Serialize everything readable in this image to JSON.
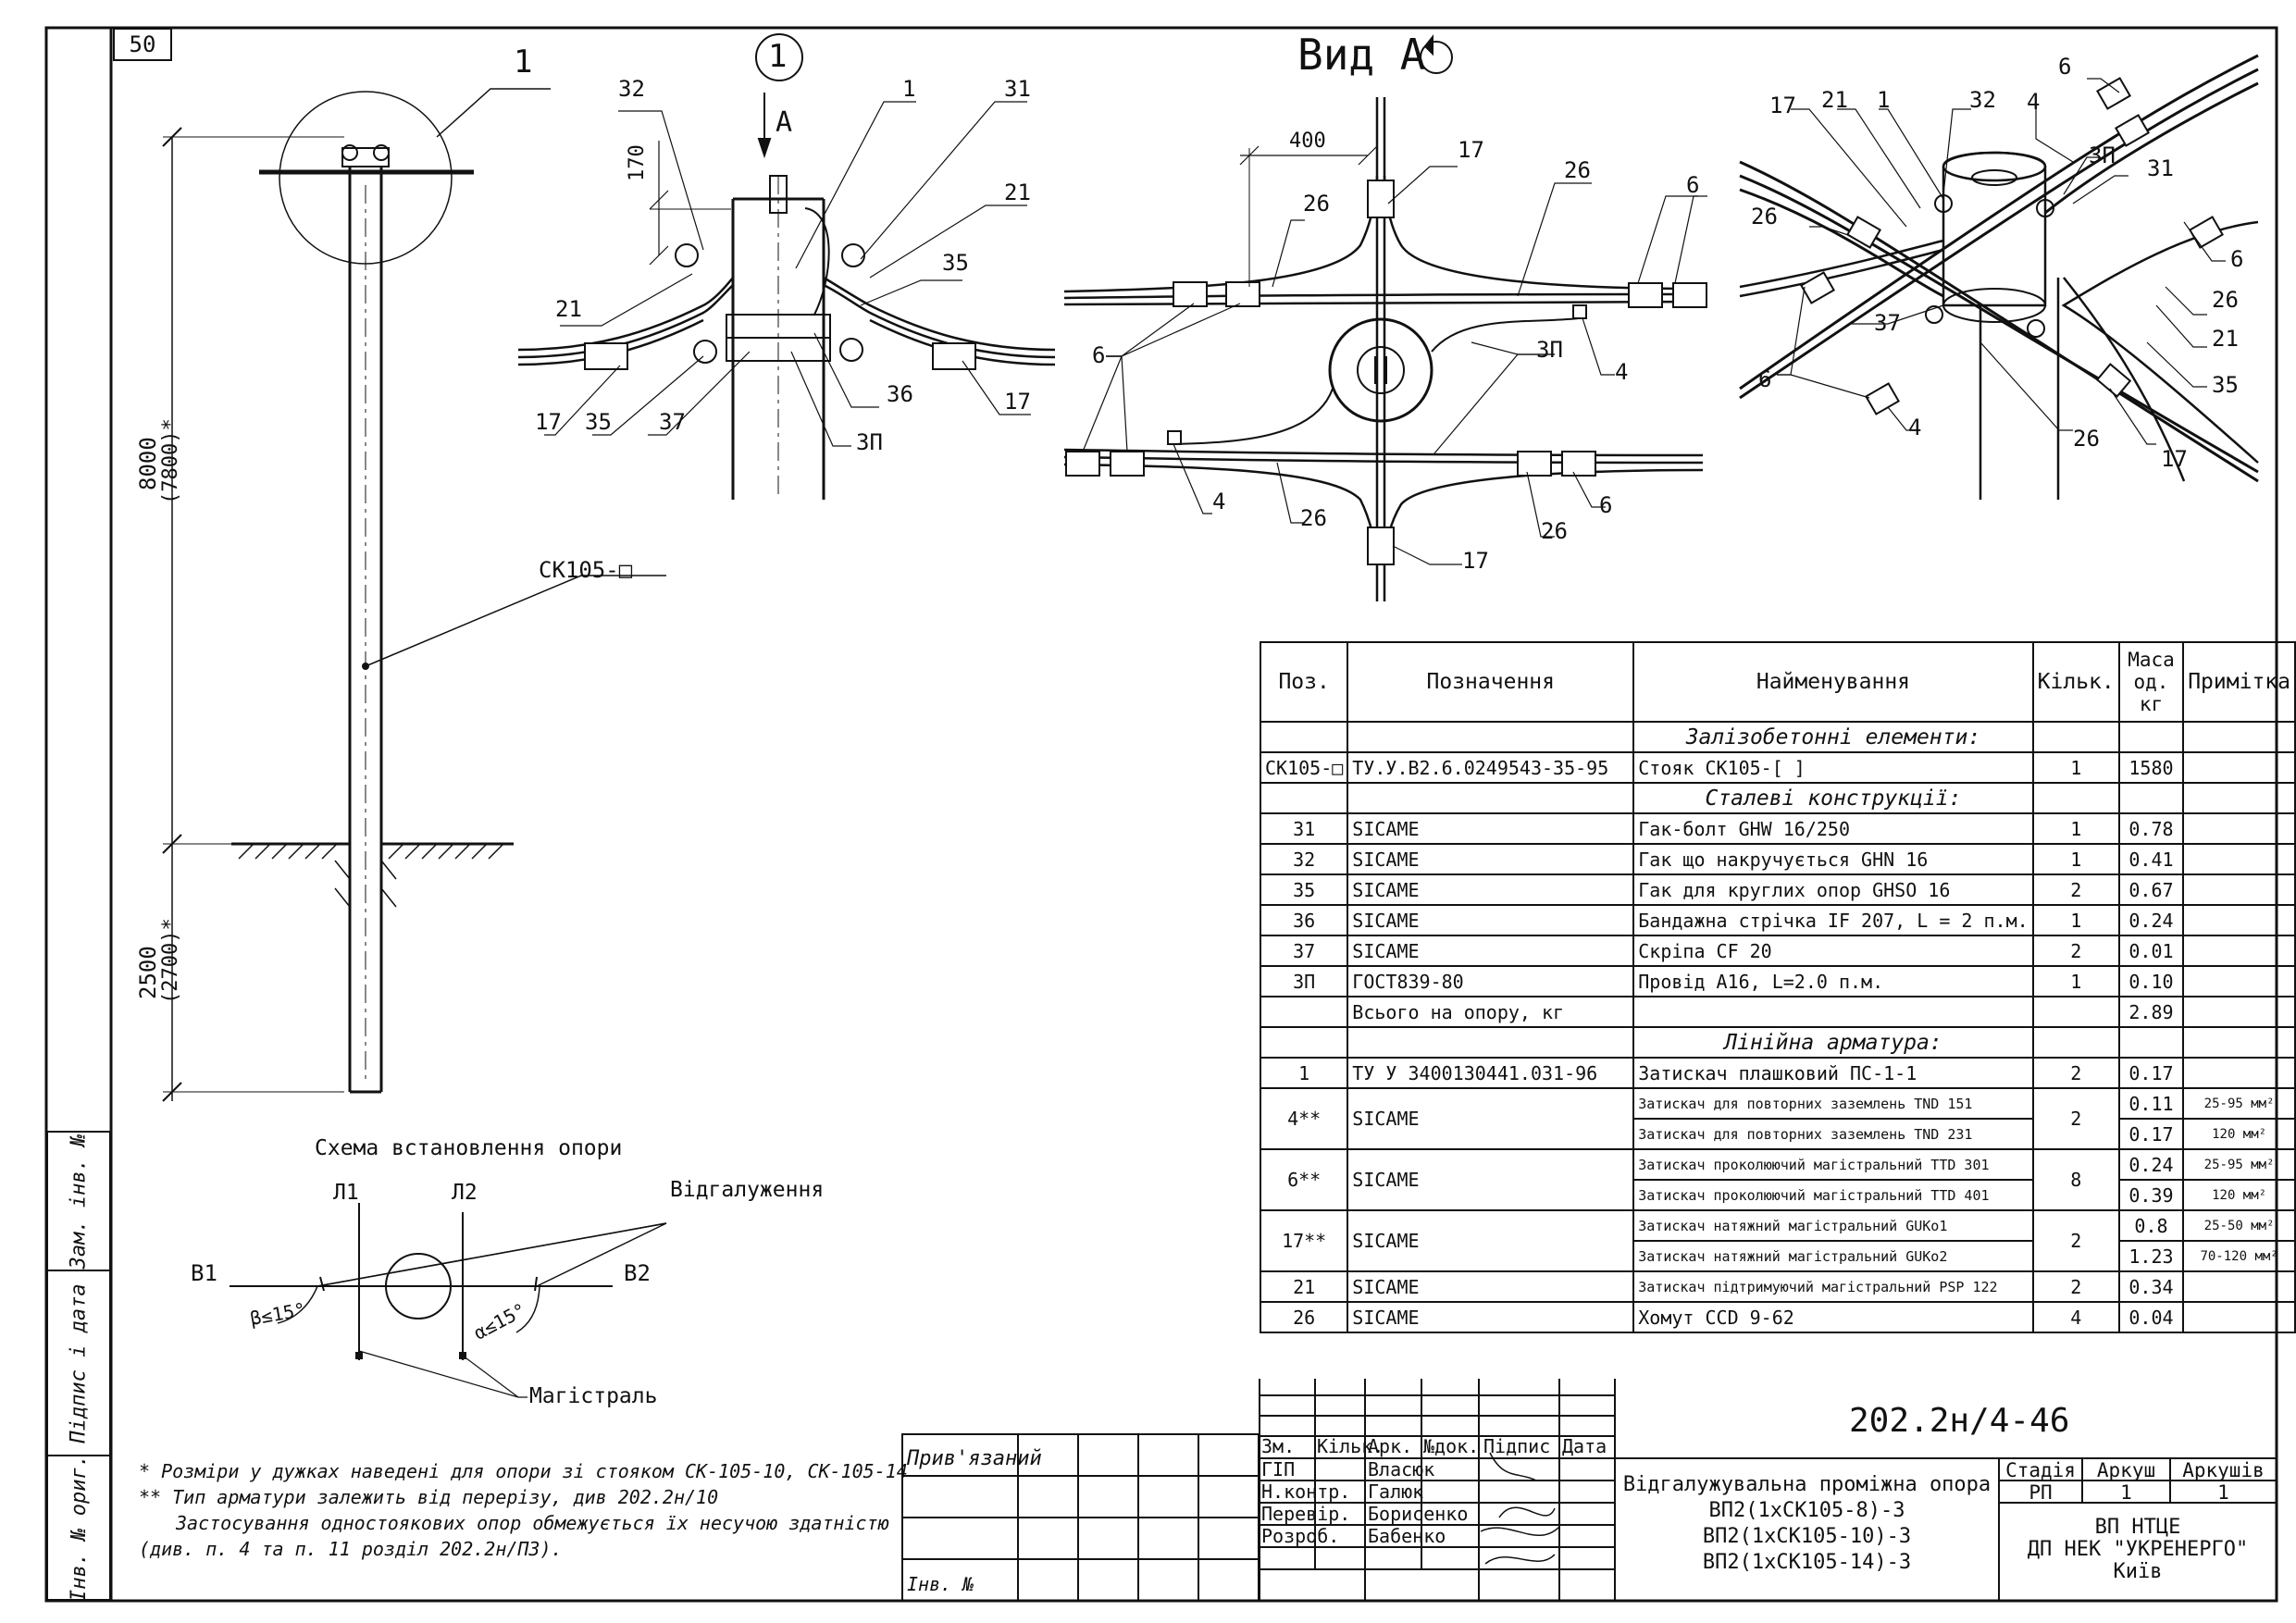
{
  "sheet_number": "50",
  "view_marker": "1",
  "view_arrow_label": "A",
  "view_title": "Вид А",
  "pole_leader_label": "1",
  "pole_name": "СК105-□",
  "dims": {
    "above_ground": "8000",
    "above_ground_alt": "(7800)*",
    "below_ground": "2500",
    "below_ground_alt": "(2700)*",
    "d170": "170",
    "d400": "400"
  },
  "detail1_labels": [
    "32",
    "1",
    "31",
    "21",
    "35",
    "21",
    "36",
    "3П",
    "17",
    "35",
    "37",
    "17"
  ],
  "viewA_labels": [
    "17",
    "26",
    "26",
    "6",
    "6",
    "3П",
    "4",
    "4",
    "26",
    "26",
    "6",
    "17"
  ],
  "iso_labels": [
    "17",
    "21",
    "1",
    "32",
    "4",
    "6",
    "3П",
    "31",
    "26",
    "37",
    "6",
    "26",
    "21",
    "35",
    "6",
    "4",
    "26",
    "17"
  ],
  "scheme": {
    "title": "Схема встановлення опори",
    "l1": "Л1",
    "l2": "Л2",
    "b1": "В1",
    "b2": "В2",
    "branch": "Відгалуження",
    "main": "Магістраль",
    "beta": "β≤15°",
    "alpha": "α≤15°"
  },
  "notes": [
    "* Розміри у дужках наведені для опори зі стояком СК-105-10, СК-105-14",
    "** Тип арматури залежить від перерізу, див 202.2н/10",
    "Застосування одностоякових опор обмежується їх несучою здатністю",
    "(див. п. 4 та п. 11 розділ 202.2н/ПЗ)."
  ],
  "side_stamp": [
    "Зам. інв. №",
    "Підпис і дата",
    "Інв. № ориг."
  ],
  "spec": {
    "headers": [
      "Поз.",
      "Позначення",
      "Найменування",
      "Кільк.",
      "Маса од. кг",
      "Примітка"
    ],
    "sections": {
      "s1": "Залізобетонні елементи:",
      "s2": "Сталеві конструкції:",
      "s3": "Лінійна арматура:"
    },
    "r_ck": {
      "pos": "СК105-□",
      "des": "ТУ.У.В2.6.0249543-35-95",
      "name": "Стояк СК105-[        ]",
      "qty": "1",
      "mass": "1580"
    },
    "steel": [
      {
        "pos": "31",
        "des": "SICAME",
        "name": "Гак-болт GHW 16/250",
        "qty": "1",
        "mass": "0.78"
      },
      {
        "pos": "32",
        "des": "SICAME",
        "name": "Гак що накручується GHN 16",
        "qty": "1",
        "mass": "0.41"
      },
      {
        "pos": "35",
        "des": "SICAME",
        "name": "Гак для круглих опор GHSO 16",
        "qty": "2",
        "mass": "0.67"
      },
      {
        "pos": "36",
        "des": "SICAME",
        "name": "Бандажна стрічка IF 207, L = 2 п.м.",
        "qty": "1",
        "mass": "0.24"
      },
      {
        "pos": "37",
        "des": "SICAME",
        "name": "Скріпа CF 20",
        "qty": "2",
        "mass": "0.01"
      },
      {
        "pos": "3П",
        "des": "ГОСТ839-80",
        "name": "Провід А16, L=2.0 п.м.",
        "qty": "1",
        "mass": "0.10"
      }
    ],
    "total": {
      "label": "Всього на опору, кг",
      "mass": "2.89"
    },
    "r1": {
      "pos": "1",
      "des": "ТУ У 3400130441.031-96",
      "name": "Затискач плашковий ПС-1-1",
      "qty": "2",
      "mass": "0.17"
    },
    "r4": {
      "pos": "4**",
      "des": "SICAME",
      "qty": "2",
      "a": {
        "name": "Затискач для повторних заземлень TND 151",
        "mass": "0.11",
        "note": "25-95 мм²"
      },
      "b": {
        "name": "Затискач для повторних заземлень TND 231",
        "mass": "0.17",
        "note": "120 мм²"
      }
    },
    "r6": {
      "pos": "6**",
      "des": "SICAME",
      "qty": "8",
      "a": {
        "name": "Затискач проколюючий магістральний TTD 301",
        "mass": "0.24",
        "note": "25-95 мм²"
      },
      "b": {
        "name": "Затискач проколюючий магістральний TTD 401",
        "mass": "0.39",
        "note": "120 мм²"
      }
    },
    "r17": {
      "pos": "17**",
      "des": "SICAME",
      "qty": "2",
      "a": {
        "name": "Затискач натяжний магістральний GUKo1",
        "mass": "0.8",
        "note": "25-50 мм²"
      },
      "b": {
        "name": "Затискач натяжний магістральний GUKo2",
        "mass": "1.23",
        "note": "70-120 мм²"
      }
    },
    "r21": {
      "pos": "21",
      "des": "SICAME",
      "name": "Затискач підтримуючий магістральний PSP 122",
      "qty": "2",
      "mass": "0.34"
    },
    "r26": {
      "pos": "26",
      "des": "SICAME",
      "name": "Хомут CCD 9-62",
      "qty": "4",
      "mass": "0.04"
    }
  },
  "title_block": {
    "doc_code": "202.2н/4-46",
    "linked": "Прив'язаний",
    "inv": "Інв. №",
    "change_headers": [
      "Зм.",
      "Кільк.",
      "Арк.",
      "№док.",
      "Підпис",
      "Дата"
    ],
    "roles": [
      {
        "role": "ГІП",
        "name": "Власюк"
      },
      {
        "role": "Н.контр.",
        "name": "Галюк"
      },
      {
        "role": "Перевір.",
        "name": "Борисенко"
      },
      {
        "role": "Розроб.",
        "name": "Бабенко"
      }
    ],
    "title_lines": [
      "Відгалужувальна проміжна опора",
      "ВП2(1хСК105-8)-3",
      "ВП2(1хСК105-10)-3",
      "ВП2(1хСК105-14)-3"
    ],
    "stage_header": "Стадія",
    "sheet_header": "Аркуш",
    "sheets_header": "Аркушів",
    "stage": "РП",
    "sheet": "1",
    "sheets": "1",
    "org": [
      "ВП НТЦЕ",
      "ДП НЕК \"УКРЕНЕРГО\"",
      "Київ"
    ]
  }
}
